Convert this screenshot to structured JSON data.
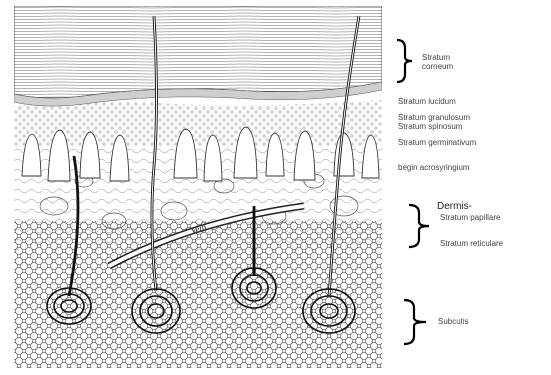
{
  "diagram": {
    "labels": {
      "stratum_corneum": [
        "Stratum",
        "corneum"
      ],
      "stratum_lucidum": "Stratum lucidum",
      "stratum_granulosum": "Stratum granulosum",
      "stratum_spinosum": "Stratum spinosum",
      "stratum_germinativum": "Stratum germinativum",
      "begin_acrosyringium": "begin acrosyringium",
      "dermis": "Dermis-",
      "stratum_papillare": "Stratum papillare",
      "stratum_reticulare": "Stratum reticulare",
      "subcutis": "Subcutis"
    },
    "vessel_label": "Vein"
  }
}
